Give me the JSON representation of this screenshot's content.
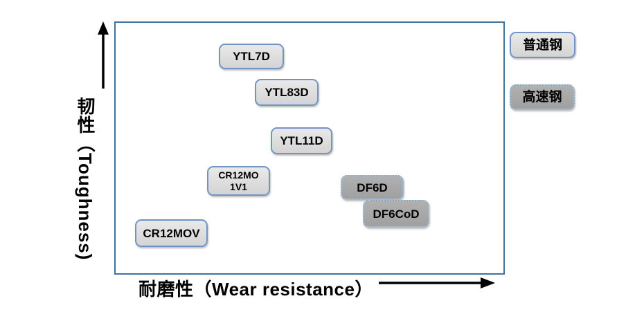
{
  "colors": {
    "plot_border": "#41719c",
    "light_box_fill": "#d9d9d9",
    "light_box_border": "#7095c5",
    "dark_box_fill": "#a6a6a6",
    "dark_box_border": "#9dc3e6",
    "arrow": "#000000",
    "background": "#ffffff"
  },
  "axes": {
    "x_label": "耐磨性（Wear resistance）",
    "y_label": "韧性（Toughness)"
  },
  "legend": {
    "items": [
      {
        "label": "普通钢",
        "style": "light"
      },
      {
        "label": "高速钢",
        "style": "dark"
      }
    ]
  },
  "boxes": [
    {
      "label": "YTL7D",
      "group": "普通钢"
    },
    {
      "label": "YTL83D",
      "group": "普通钢"
    },
    {
      "label": "YTL11D",
      "group": "普通钢"
    },
    {
      "label": "CR12MO 1V1",
      "group": "普通钢"
    },
    {
      "label": "CR12MOV",
      "group": "普通钢"
    },
    {
      "label": "DF6D",
      "group": "高速钢"
    },
    {
      "label": "DF6CoD",
      "group": "高速钢"
    }
  ],
  "chart_data": {
    "type": "scatter",
    "title": "",
    "xlabel": "耐磨性（Wear resistance）",
    "ylabel": "韧性（Toughness)",
    "axes_numeric": false,
    "xlim": [
      0,
      1
    ],
    "ylim": [
      0,
      1
    ],
    "grid": false,
    "legend_position": "outside-right",
    "series": [
      {
        "name": "普通钢",
        "style": "light",
        "points": [
          {
            "label": "YTL7D",
            "x": 0.35,
            "y": 0.86
          },
          {
            "label": "YTL83D",
            "x": 0.44,
            "y": 0.72
          },
          {
            "label": "YTL11D",
            "x": 0.48,
            "y": 0.53
          },
          {
            "label": "CR12MO 1V1",
            "x": 0.32,
            "y": 0.37
          },
          {
            "label": "CR12MOV",
            "x": 0.15,
            "y": 0.16
          }
        ]
      },
      {
        "name": "高速钢",
        "style": "dark",
        "points": [
          {
            "label": "DF6D",
            "x": 0.66,
            "y": 0.34
          },
          {
            "label": "DF6CoD",
            "x": 0.72,
            "y": 0.24
          }
        ]
      }
    ]
  }
}
